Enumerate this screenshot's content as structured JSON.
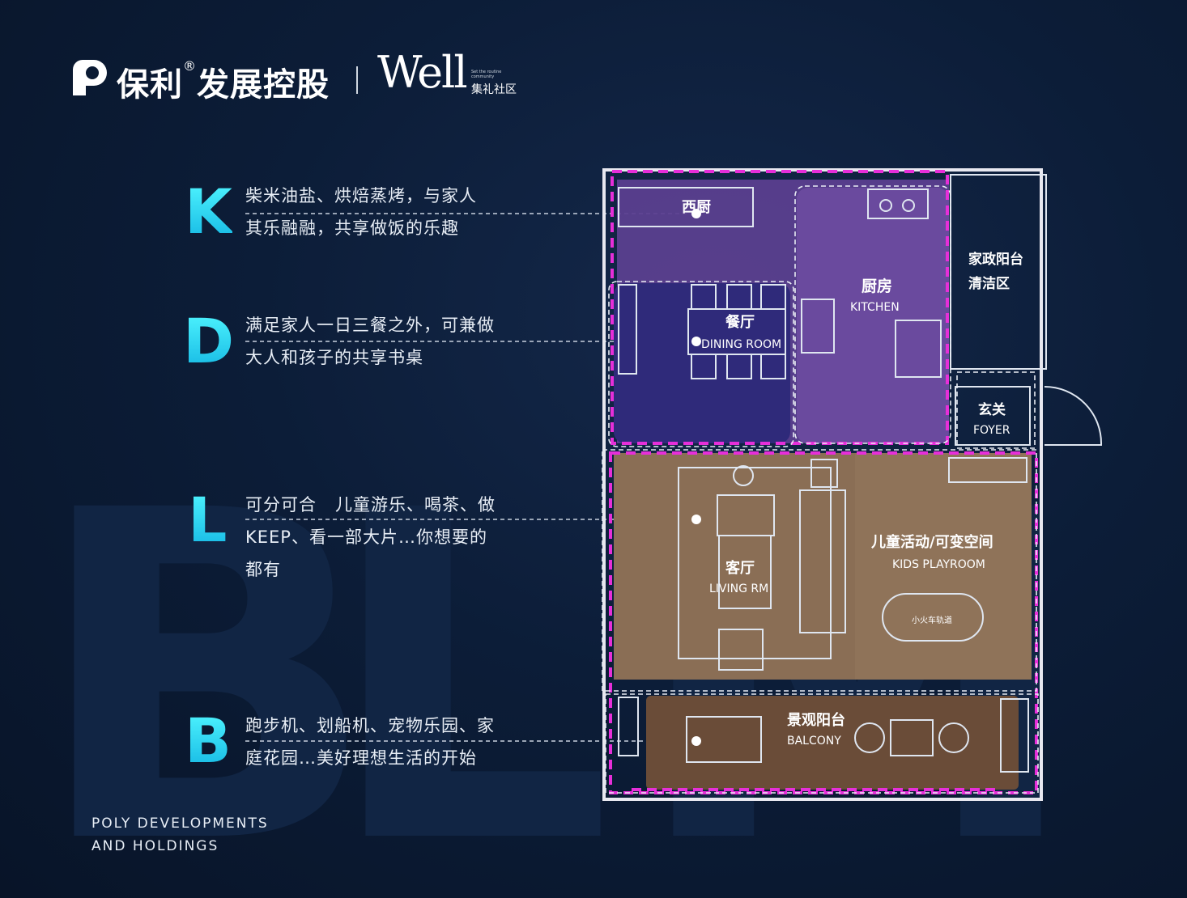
{
  "header": {
    "brand_name": "保利",
    "brand_reg": "®",
    "brand_suffix": "发展控股",
    "well_logo": "Well",
    "well_tagline": "Set the routine community",
    "well_subtitle": "集礼社区"
  },
  "sections": [
    {
      "letter": "K",
      "lines": [
        "柴米油盐、烘焙蒸烤，与家人",
        "其乐融融，共享做饭的乐趣"
      ]
    },
    {
      "letter": "D",
      "lines": [
        "满足家人一日三餐之外，可兼做",
        "大人和孩子的共享书桌"
      ]
    },
    {
      "letter": "L",
      "lines": [
        "可分可合   儿童游乐、喝茶、做",
        "KEEP、看一部大片…你想要的",
        "都有"
      ]
    },
    {
      "letter": "B",
      "lines": [
        "跑步机、划船机、宠物乐园、家",
        "庭花园…美好理想生活的开始"
      ]
    }
  ],
  "rooms": {
    "west_kitchen": "西厨",
    "kitchen_cn": "厨房",
    "kitchen_en": "KITCHEN",
    "dining_cn": "餐厅",
    "dining_en": "DINING ROOM",
    "laundry_line1": "家政阳台",
    "laundry_line2": "清洁区",
    "foyer_cn": "玄关",
    "foyer_en": "FOYER",
    "living_cn": "客厅",
    "living_en": "LIVING RM",
    "kids_cn": "儿童活动/可变空间",
    "kids_en": "KIDS PLAYROOM",
    "train_track": "小火车轨道",
    "balcony_cn": "景观阳台",
    "balcony_en": "BALCONY"
  },
  "colors": {
    "accent_cyan": "#22d3ee",
    "kitchen_zone": "#5b3f8f",
    "dining_zone": "#2f2a7a",
    "living_zone": "#8a6e55",
    "balcony_zone": "#6a4c38",
    "zone_border": "#e62fd9"
  },
  "footer": {
    "line1": "POLY DEVELOPMENTS",
    "line2": "AND HOLDINGS"
  }
}
